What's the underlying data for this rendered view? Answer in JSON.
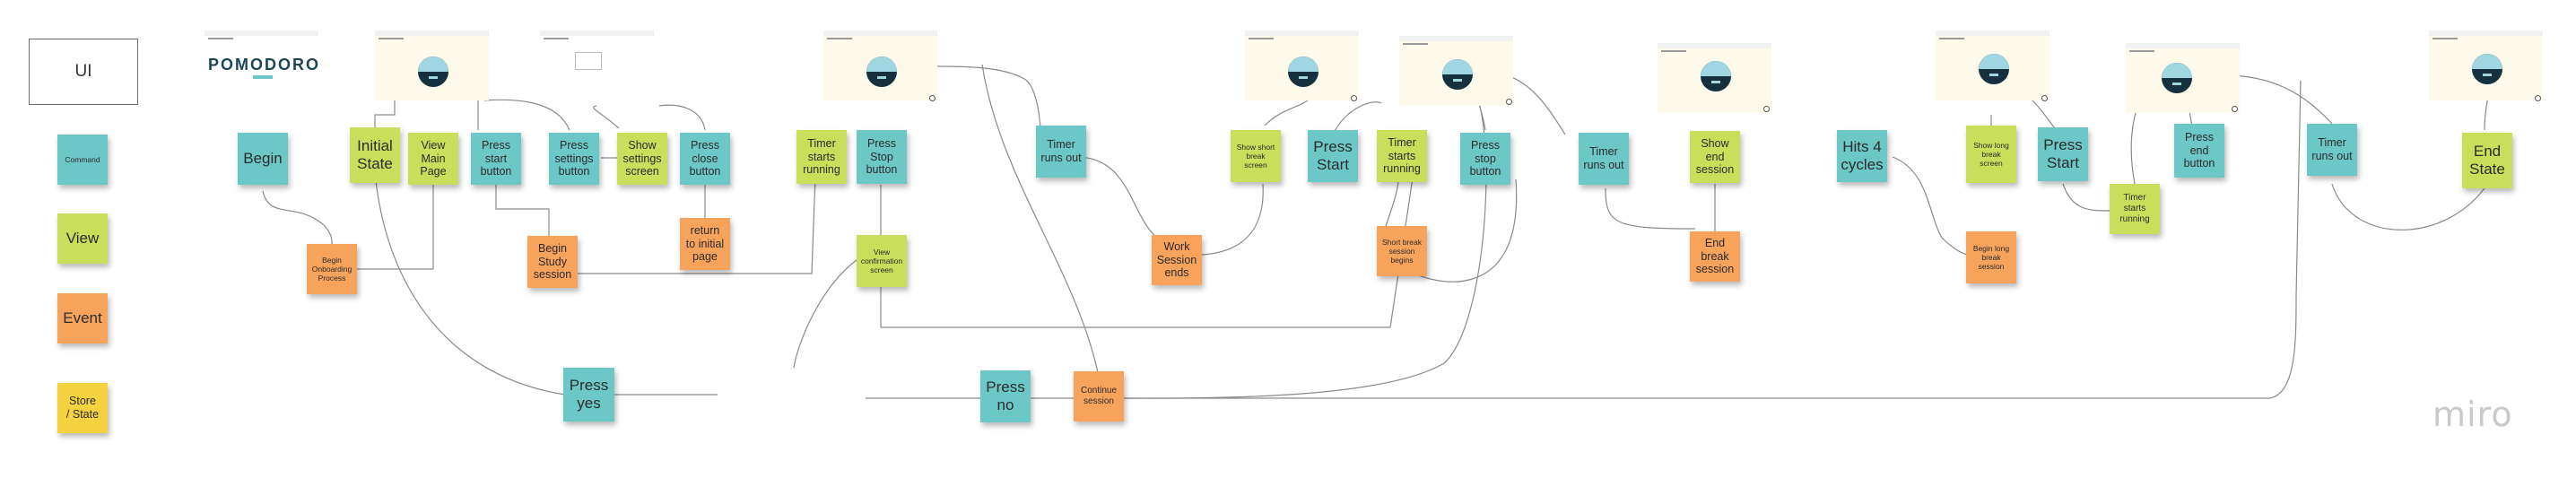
{
  "legend": {
    "ui": "UI",
    "command": "Command",
    "view": "View",
    "event": "Event",
    "store": "Store\n/ State"
  },
  "logo": "POMODORO",
  "brand": "miro",
  "notes": {
    "begin": "Begin",
    "begin_onboarding": "Begin\nOnboarding\nProcess",
    "initial_state": "Initial\nState",
    "view_main_page": "View\nMain\nPage",
    "press_start_button": "Press\nstart\nbutton",
    "press_settings_button": "Press\nsettings\nbutton",
    "show_settings_screen": "Show\nsettings\nscreen",
    "press_close_button": "Press\nclose\nbutton",
    "begin_study_session": "Begin\nStudy\nsession",
    "return_initial_page": "return\nto initial\npage",
    "press_yes": "Press\nyes",
    "timer_starts_running_1": "Timer\nstarts\nrunning",
    "press_stop_button_1": "Press\nStop\nbutton",
    "view_confirmation_screen": "View\nconfirmation\nscreen",
    "press_no": "Press\nno",
    "continue_session": "Continue\nsession",
    "timer_runs_out_1": "Timer\nruns out",
    "work_session_ends": "Work\nSession\nends",
    "show_short_break_screen": "Show short\nbreak\nscreen",
    "press_start_1": "Press\nStart",
    "timer_starts_running_2": "Timer\nstarts\nrunning",
    "short_break_begins": "Short break\nsession\nbegins",
    "press_stop_button_2": "Press\nstop\nbutton",
    "timer_runs_out_2": "Timer\nruns out",
    "show_end_session": "Show\nend\nsession",
    "end_break_session": "End\nbreak\nsession",
    "hits_4_cycles": "Hits 4\ncycles",
    "show_long_break_screen": "Show long\nbreak\nscreen",
    "begin_long_break": "Begin long\nbreak\nsession",
    "press_start_2": "Press\nStart",
    "timer_starts_running_3": "Timer\nstarts\nrunning",
    "press_end_button": "Press\nend\nbutton",
    "timer_runs_out_3": "Timer\nruns out",
    "end_state": "End\nState"
  },
  "colors": {
    "command": "#6cc8c6",
    "view": "#c9de5a",
    "event": "#f7a35c",
    "store": "#f5d23f",
    "connector": "#8a8a8a"
  }
}
